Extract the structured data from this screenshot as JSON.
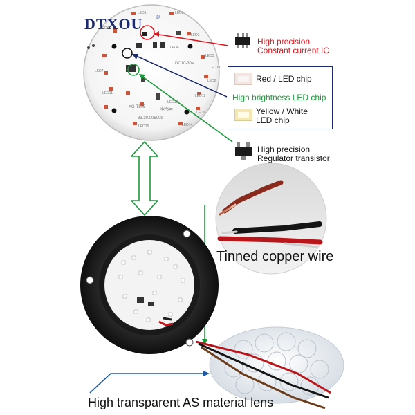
{
  "brand": {
    "name": "DTXOU",
    "mark": "®"
  },
  "callouts": {
    "ic_label_1": "High precision",
    "ic_label_2": "Constant current IC",
    "led_chip_label": "High brightness LED chip",
    "transistor_label_1": "High precision",
    "transistor_label_2": "Regulator transistor",
    "wire_label": "Tinned copper wire",
    "lens_label": "High transparent AS material lens"
  },
  "legend": {
    "red_chip_label": "Red / LED chip",
    "yellow_chip_label_1": "Yellow / White",
    "yellow_chip_label_2": "LED chip"
  },
  "pcb": {
    "spec": "DC10-30V",
    "model": "XG-T505",
    "code": "33.30.005009",
    "chinese": "宏电云",
    "leds": [
      "LED1",
      "LED2",
      "LED3",
      "LED4",
      "LED5",
      "LED6",
      "LED7",
      "LED8",
      "LED9",
      "LED10",
      "LED11",
      "LED12",
      "LED13",
      "LED14",
      "LED15"
    ]
  },
  "colors": {
    "brand": "#1c2a6e",
    "red_arrow": "#e0141b",
    "navy_arrow": "#1c2a6e",
    "green_arrow": "#1a9a3a",
    "pcb_white": "#ffffff",
    "housing": "#222222"
  }
}
